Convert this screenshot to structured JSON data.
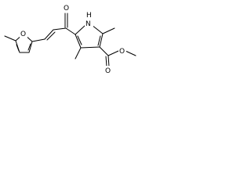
{
  "molecule": {
    "atoms": {
      "o_furan": "O",
      "o_ketone": "O",
      "n_pyrrole": "N",
      "h_pyrrole": "H",
      "o_ester_carbonyl": "O",
      "o_ester_ether": "O"
    }
  }
}
